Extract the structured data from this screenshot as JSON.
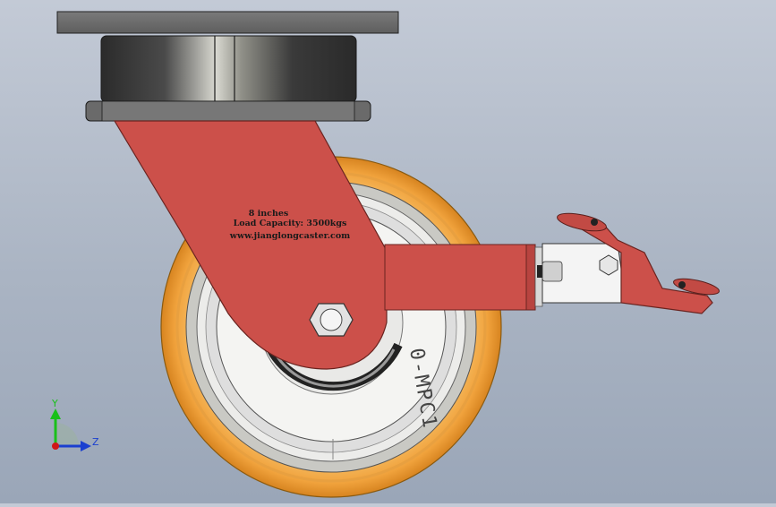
{
  "model": {
    "plate_text": {
      "line1": "8 inches",
      "line2": "Load Capacity: 3500kgs",
      "line3": "www.jianglongcaster.com"
    },
    "wheel_text": "0-MPC1"
  },
  "triad": {
    "y_label": "Y",
    "z_label": "Z",
    "colors": {
      "y": "#19c019",
      "z": "#1a3fd0",
      "x": "#d01818"
    }
  },
  "colors": {
    "fork": "#cc504a",
    "tread": "#f0a23c",
    "hub": "#f2f2f2",
    "top_plate": "#6f6f6f",
    "background": "#b4bdca"
  }
}
